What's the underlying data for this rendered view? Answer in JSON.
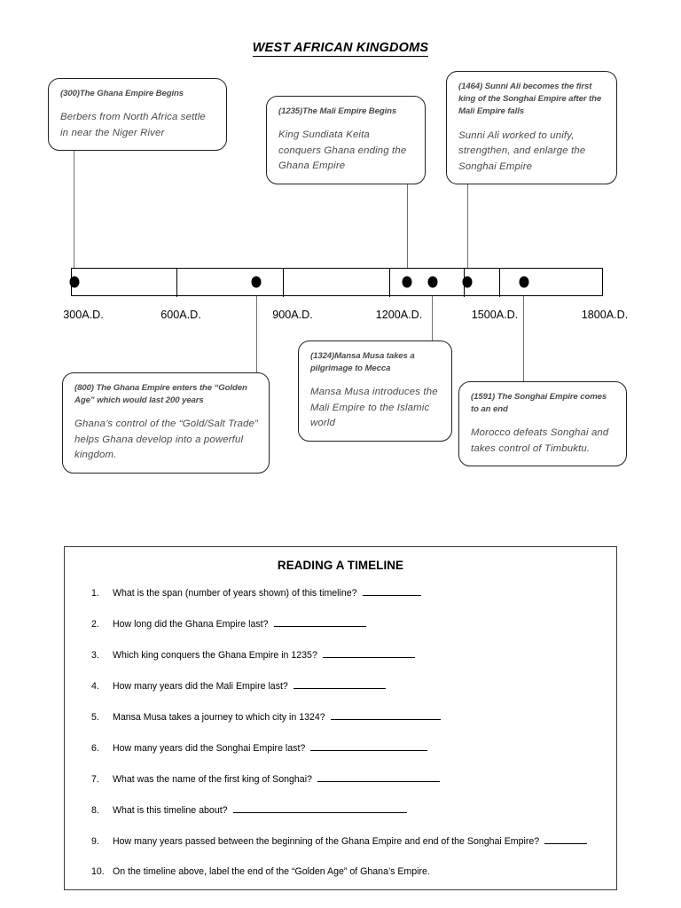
{
  "title": "WEST AFRICAN KINGDOMS",
  "timeline": {
    "axis_labels": [
      "300A.D.",
      "600A.D.",
      "900A.D.",
      "1200A.D.",
      "1500A.D.",
      "1800A.D."
    ],
    "axis_start": 300,
    "axis_end": 1800,
    "axis_step": 300,
    "events": [
      {
        "year": 300,
        "label": "ghana-empire-begins"
      },
      {
        "year": 800,
        "label": "ghana-golden-age"
      },
      {
        "year": 1235,
        "label": "mali-empire-begins"
      },
      {
        "year": 1324,
        "label": "mansa-musa-pilgrimage"
      },
      {
        "year": 1464,
        "label": "sunni-ali-songhai"
      },
      {
        "year": 1591,
        "label": "songhai-empire-ends"
      }
    ]
  },
  "callouts": [
    {
      "name": "callout-ghana-begins",
      "head": "(300)The Ghana Empire Begins",
      "body": "Berbers from North Africa settle in near the Niger River"
    },
    {
      "name": "callout-mali-begins",
      "head": "(1235)The Mali Empire Begins",
      "body": "King Sundiata Keita conquers Ghana ending the Ghana Empire"
    },
    {
      "name": "callout-sunni-ali",
      "head": "(1464) Sunni Ali becomes the first king of the Songhai Empire after the Mali Empire falls",
      "body": "Sunni Ali worked to unify, strengthen, and enlarge the Songhai Empire"
    },
    {
      "name": "callout-golden-age",
      "head": "(800) The Ghana Empire enters the “Golden Age” which would last 200 years",
      "body": "Ghana’s control of the “Gold/Salt Trade” helps Ghana develop into a powerful kingdom."
    },
    {
      "name": "callout-mansa-musa",
      "head": "(1324)Mansa Musa takes a pilgrimage to Mecca",
      "body": "Mansa Musa introduces the Mali Empire to the Islamic world"
    },
    {
      "name": "callout-songhai-ends",
      "head": "(1591) The Songhai Empire comes to an end",
      "body": "Morocco defeats Songhai and takes control of Timbuktu."
    }
  ],
  "questions_panel": {
    "title": "READING A TIMELINE",
    "questions": [
      {
        "num": "1.",
        "text": "What is the span (number of years shown) of this timeline?",
        "blank_width": 66
      },
      {
        "num": "2.",
        "text": "How long did the Ghana Empire last?",
        "blank_width": 104
      },
      {
        "num": "3.",
        "text": "Which king conquers the Ghana Empire in 1235?",
        "blank_width": 104
      },
      {
        "num": "4.",
        "text": "How many years did the Mali Empire last?",
        "blank_width": 104
      },
      {
        "num": "5.",
        "text": "Mansa Musa takes a journey to which city in 1324?",
        "blank_width": 124
      },
      {
        "num": "6.",
        "text": "How many years did the Songhai Empire last?",
        "blank_width": 132
      },
      {
        "num": "7.",
        "text": "What was the name of the first king of Songhai?",
        "blank_width": 138
      },
      {
        "num": "8.",
        "text": "What is this timeline about?",
        "blank_width": 196
      },
      {
        "num": "9.",
        "text": "How many years passed between the beginning of the Ghana Empire and end of the Songhai Empire?",
        "blank_width": 48
      },
      {
        "num": "10.",
        "text": "On the timeline above, label the end of the “Golden Age” of Ghana’s Empire.",
        "blank_width": 0
      }
    ]
  }
}
